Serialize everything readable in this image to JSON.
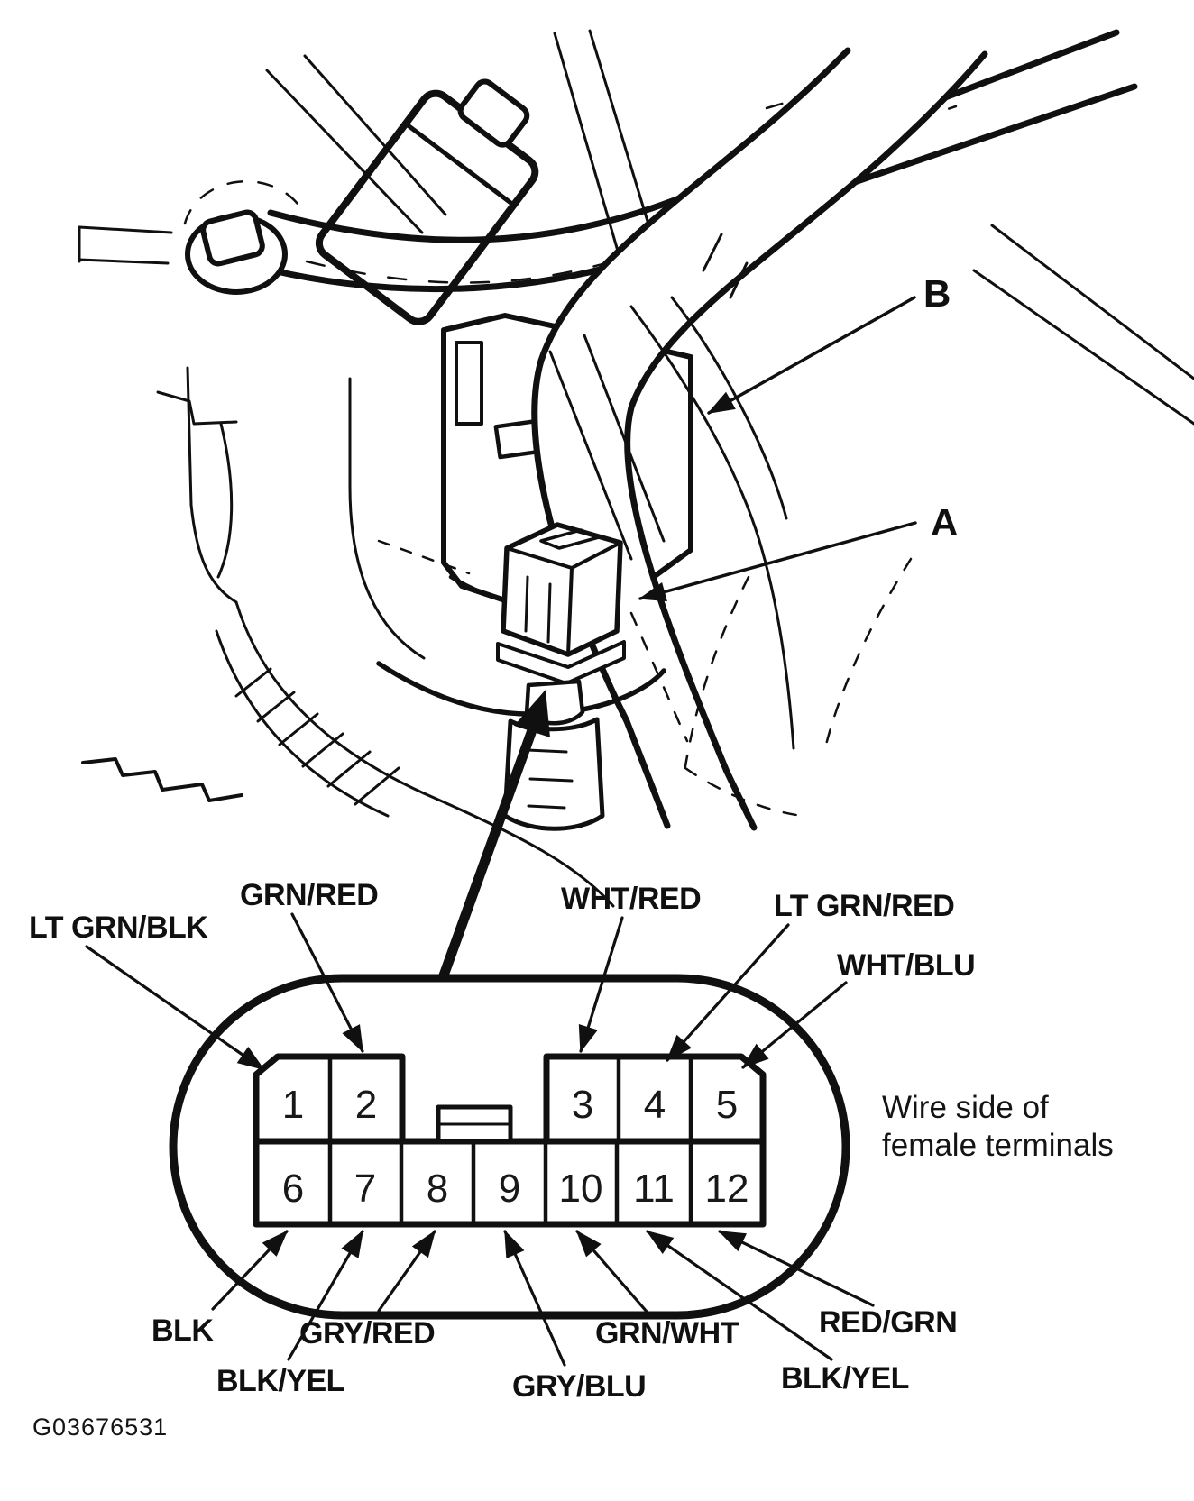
{
  "figure": {
    "code": "G03676531",
    "note_line1": "Wire side of",
    "note_line2": "female terminals",
    "callouts": {
      "a": "A",
      "b": "B"
    },
    "colors": {
      "ink": "#101010",
      "paper": "#ffffff"
    }
  },
  "connector": {
    "top_row": [
      {
        "pin": "1",
        "label": "LT GRN/BLK"
      },
      {
        "pin": "2",
        "label": "GRN/RED"
      },
      {
        "pin": "3",
        "label": "WHT/RED"
      },
      {
        "pin": "4",
        "label": "LT GRN/RED"
      },
      {
        "pin": "5",
        "label": "WHT/BLU"
      }
    ],
    "bottom_row": [
      {
        "pin": "6",
        "label": "BLK"
      },
      {
        "pin": "7",
        "label": "BLK/YEL"
      },
      {
        "pin": "8",
        "label": "GRY/RED"
      },
      {
        "pin": "9",
        "label": "GRY/BLU"
      },
      {
        "pin": "10",
        "label": "GRN/WHT"
      },
      {
        "pin": "11",
        "label": "BLK/YEL"
      },
      {
        "pin": "12",
        "label": "RED/GRN"
      }
    ]
  }
}
